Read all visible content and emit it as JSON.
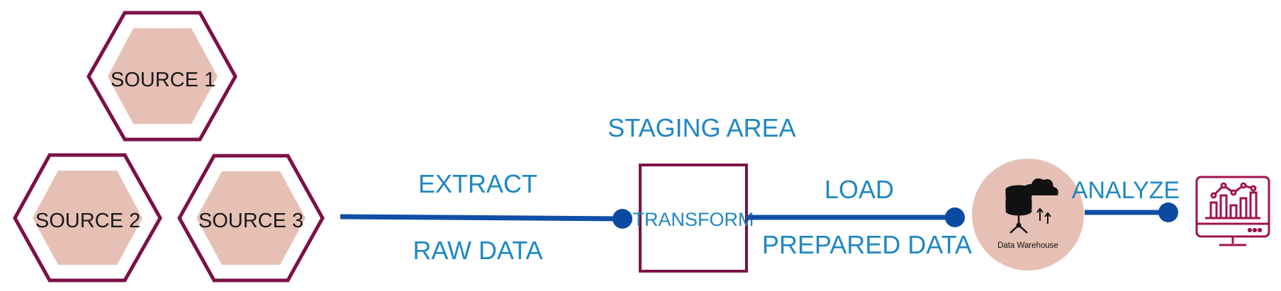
{
  "sources": [
    {
      "label": "SOURCE 1"
    },
    {
      "label": "SOURCE 2"
    },
    {
      "label": "SOURCE 3"
    }
  ],
  "stages": {
    "extract": "EXTRACT",
    "raw_data": "RAW DATA",
    "staging_area": "STAGING AREA",
    "transform": "TRANSFORM",
    "load": "LOAD",
    "prepared_data": "PREPARED DATA",
    "analyze": "ANALYZE"
  },
  "warehouse": {
    "label": "Data Warehouse",
    "icon": "database-cloud-icon"
  },
  "analytics_icon": "analytics-monitor-icon",
  "colors": {
    "hex_border": "#7b1047",
    "hex_fill": "#e6c0b5",
    "line": "#0f4fa6",
    "dot": "#0b4aa3",
    "text_blue": "#1f87c4",
    "warehouse_fill": "#e6c0b5",
    "monitor": "#a0124d"
  }
}
